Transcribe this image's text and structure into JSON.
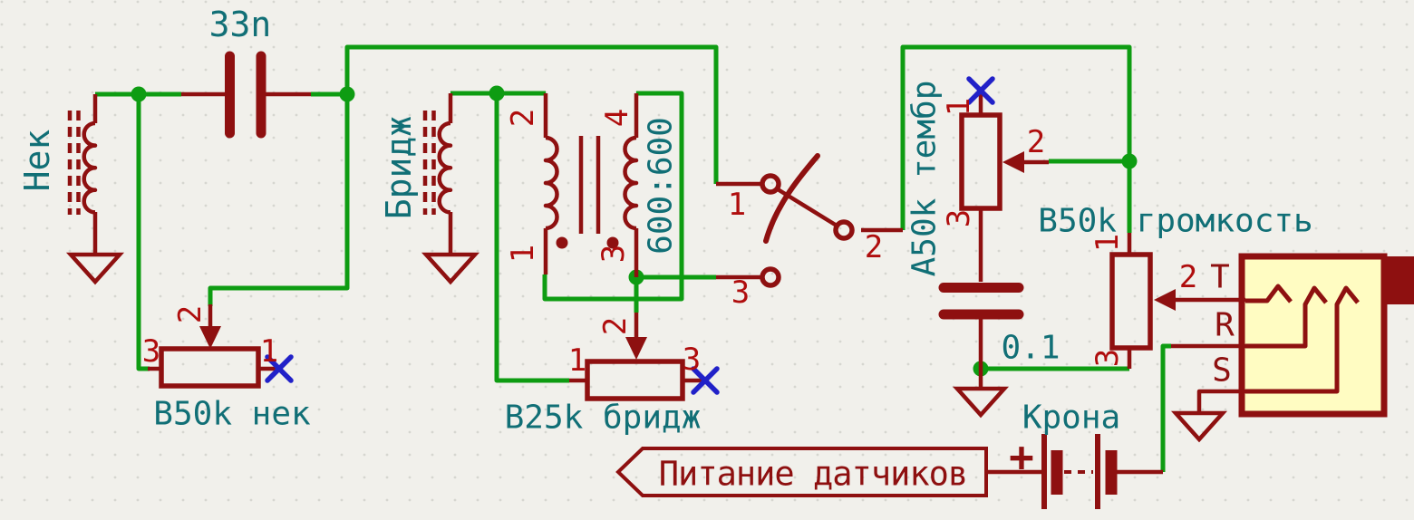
{
  "palette": {
    "background": "#F1F0EB",
    "grid_dot": "#D6D6D0",
    "wire_green": "#0E9C12",
    "component_red": "#8E1010",
    "pin_number_red": "#AF0D0D",
    "value_teal": "#116F76",
    "no_connect_blue": "#2121C8",
    "symbol_fill_yellow": "#FFFCC2"
  },
  "schematic": {
    "pickup_neck": {
      "label": "Нек"
    },
    "cap_neck": {
      "value": "33n"
    },
    "pot_neck": {
      "value": "B50k нек",
      "pin1": "1",
      "pin2": "2",
      "pin3": "3"
    },
    "pickup_bridge": {
      "label": "Бридж"
    },
    "transformer": {
      "ratio": "600:600",
      "pin1": "1",
      "pin2": "2",
      "pin3": "3",
      "pin4": "4"
    },
    "pot_bridge": {
      "value": "B25k бридж",
      "pin1": "1",
      "pin2": "2",
      "pin3": "3"
    },
    "selector_switch": {
      "pin1": "1",
      "pin2": "2",
      "pin3": "3"
    },
    "pot_tone": {
      "value": "A50k тембр",
      "pin1": "1",
      "pin2": "2",
      "pin3": "3"
    },
    "cap_tone": {
      "value": "0.1"
    },
    "pot_volume": {
      "value": "B50k громкость",
      "pin1": "1",
      "pin2": "2",
      "pin3": "3"
    },
    "output_jack": {
      "tip": "T",
      "ring": "R",
      "sleeve": "S"
    },
    "battery": {
      "value": "Крона",
      "polarity": "+"
    },
    "power_label": {
      "text": "Питание датчиков"
    }
  }
}
